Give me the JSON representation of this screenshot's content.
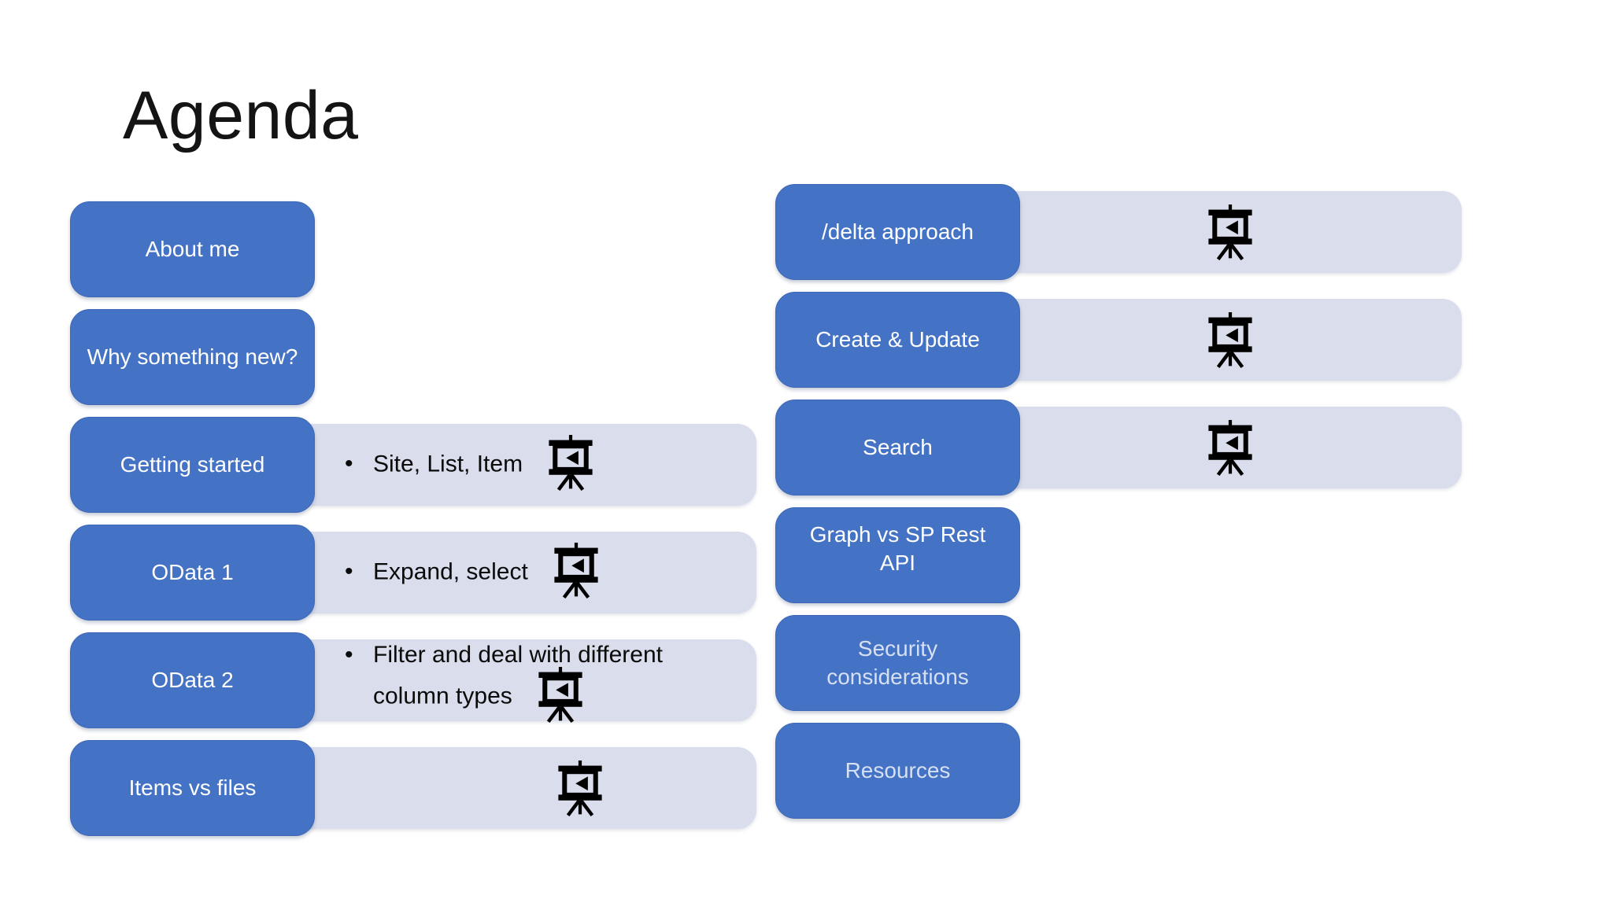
{
  "title": "Agenda",
  "bullet_char": "•",
  "colors": {
    "block_blue": "#4472C4",
    "bar_lavender": "#D9DDEC",
    "block_text": "#FFFFFF",
    "detail_text": "#0A0A0A",
    "title_text": "#141414",
    "icon_black": "#000000"
  },
  "icon_legend": {
    "projection_screen": "projection-screen-icon"
  },
  "left_column": {
    "about_me": {
      "label": "About me"
    },
    "why_something_new": {
      "label": "Why something new?"
    },
    "getting_started": {
      "label": "Getting started",
      "bullet": "Site, List, Item"
    },
    "odata_1": {
      "label": "OData 1",
      "bullet": "Expand, select"
    },
    "odata_2": {
      "label": "OData 2",
      "bullet": "Filter and deal with different column types"
    },
    "items_vs_files": {
      "label": "Items vs files"
    }
  },
  "right_column": {
    "delta_approach": {
      "label": "/delta approach"
    },
    "create_and_update": {
      "label": "Create & Update"
    },
    "search": {
      "label": "Search"
    },
    "graph_vs_sp_rest_api": {
      "label": "Graph vs SP Rest API"
    },
    "security_considerations": {
      "label": "Security considerations"
    },
    "resources": {
      "label": "Resources"
    }
  }
}
